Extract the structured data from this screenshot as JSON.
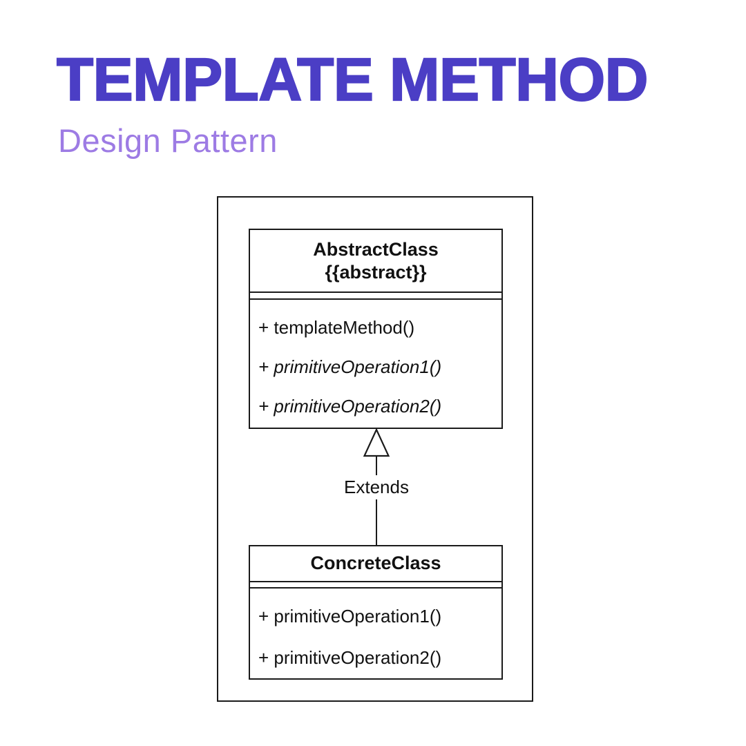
{
  "theme": {
    "title_color": "#4B3EC5",
    "subtitle_color": "#9D7BE4",
    "line_color": "#1a1a1a",
    "bg_color": "#ffffff"
  },
  "header": {
    "title": "TEMPLATE METHOD",
    "subtitle": "Design Pattern"
  },
  "diagram": {
    "type": "uml-class-diagram",
    "abstract_class": {
      "name": "AbstractClass",
      "stereotype": "{{abstract}}",
      "methods": [
        {
          "text": "+ templateMethod()",
          "italic": false
        },
        {
          "text": "+ primitiveOperation1()",
          "italic": true
        },
        {
          "text": "+ primitiveOperation2()",
          "italic": true
        }
      ]
    },
    "relationship": {
      "type": "generalization",
      "label": "Extends"
    },
    "concrete_class": {
      "name": "ConcreteClass",
      "methods": [
        {
          "text": "+ primitiveOperation1()",
          "italic": false
        },
        {
          "text": "+ primitiveOperation2()",
          "italic": false
        }
      ]
    }
  }
}
